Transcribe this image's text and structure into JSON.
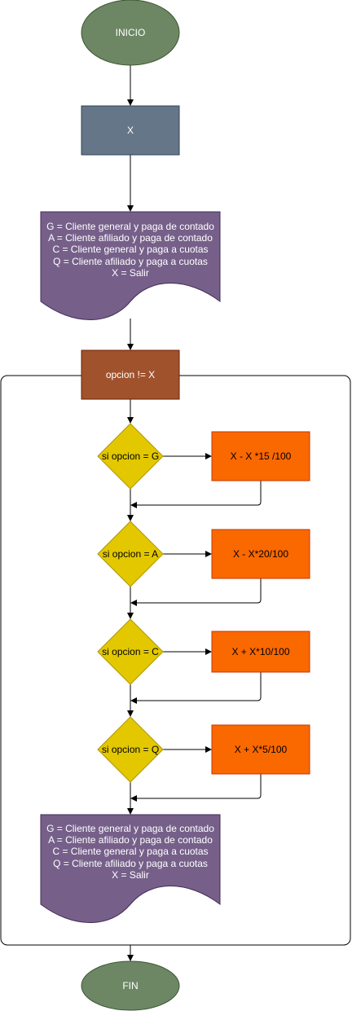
{
  "nodes": {
    "start": "INICIO",
    "input": "X",
    "menu1": [
      "G = Cliente general y paga de contado",
      "A = Cliente afiliado y paga de contado",
      "C = Cliente general y paga a cuotas",
      "Q = Cliente afiliado y paga a cuotas",
      "X = Salir"
    ],
    "loop": "opcion != X",
    "decisions": [
      "si opcion = G",
      "si opcion = A",
      "si opcion = C",
      "si opcion = Q"
    ],
    "processes": [
      "X - X *15 /100",
      "X - X*20/100",
      "X + X*10/100",
      "X + X*5/100"
    ],
    "menu2": [
      "G = Cliente general y paga de contado",
      "A = Cliente afiliado y paga de contado",
      "C = Cliente general y paga a cuotas",
      "Q = Cliente afiliado y paga a cuotas",
      "X = Salir"
    ],
    "end": "FIN"
  },
  "colors": {
    "terminal": "#6d8764",
    "input": "#647687",
    "document": "#76608a",
    "loop": "#a0522d",
    "decision": "#e3c800",
    "process": "#fa6800"
  }
}
